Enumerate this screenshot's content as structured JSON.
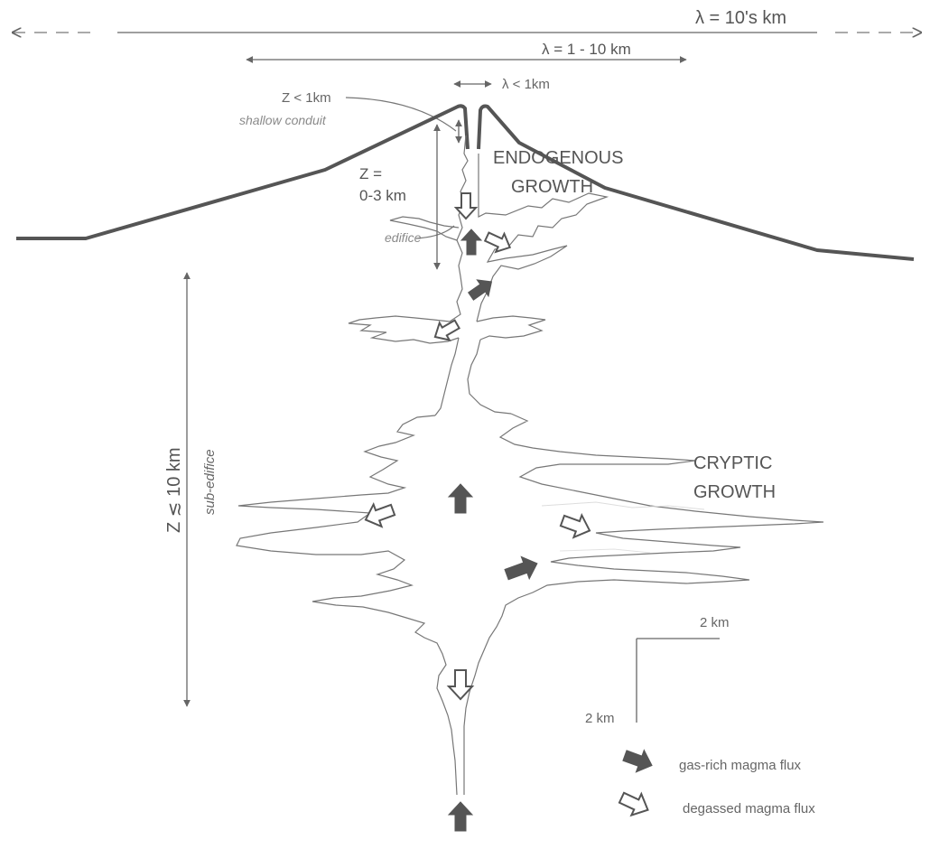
{
  "scale_labels": {
    "regional": "λ = 10's km",
    "intermediate": "λ = 1 - 10 km",
    "local": "λ < 1km"
  },
  "depth_labels": {
    "shallow_depth": "Z < 1km",
    "shallow_name": "shallow conduit",
    "edifice_depth_line1": "Z =",
    "edifice_depth_line2": "0-3 km",
    "edifice_name": "edifice",
    "subedifice_depth": "Z ≲ 10 km",
    "subedifice_name": "sub-edifice"
  },
  "process_labels": {
    "endogenous_line1": "ENDOGENOUS",
    "endogenous_line2": "GROWTH",
    "cryptic_line1": "CRYPTIC",
    "cryptic_line2": "GROWTH"
  },
  "scale_bar": {
    "horizontal": "2 km",
    "vertical": "2 km"
  },
  "legend": [
    {
      "symbol": "solid-arrow",
      "label": "gas-rich magma flux"
    },
    {
      "symbol": "open-arrow",
      "label": "degassed magma flux"
    }
  ],
  "colors": {
    "line": "#555555",
    "text": "#555555",
    "background": "#ffffff"
  }
}
